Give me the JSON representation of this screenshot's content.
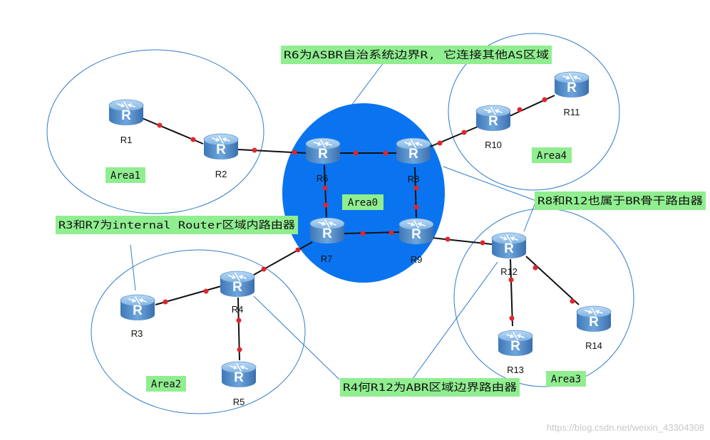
{
  "routers": {
    "r1": "R1",
    "r2": "R2",
    "r3": "R3",
    "r4": "R4",
    "r5": "R5",
    "r6": "R6",
    "r7": "R7",
    "r8": "R8",
    "r9": "R9",
    "r10": "R10",
    "r11": "R11",
    "r12": "R12",
    "r13": "R13",
    "r14": "R14"
  },
  "areas": {
    "area0": "Area0",
    "area1": "Area1",
    "area2": "Area2",
    "area3": "Area3",
    "area4": "Area4"
  },
  "notes": {
    "asbr": "R6为ASBR自治系统边界R, 它连接其他AS区域",
    "backbone": "R8和R12也属于BR骨干路由器",
    "internal": "R3和R7为internal Router区域内路由器",
    "abr": "R4何R12为ABR区域边界路由器"
  },
  "watermark": "https://blog.csdn.net/weixin_43304308",
  "colors": {
    "area0_fill": "#0a74f0",
    "area_outline": "#2e7cc9",
    "note_fill": "#90ee90",
    "link_dot": "#e0262c"
  }
}
